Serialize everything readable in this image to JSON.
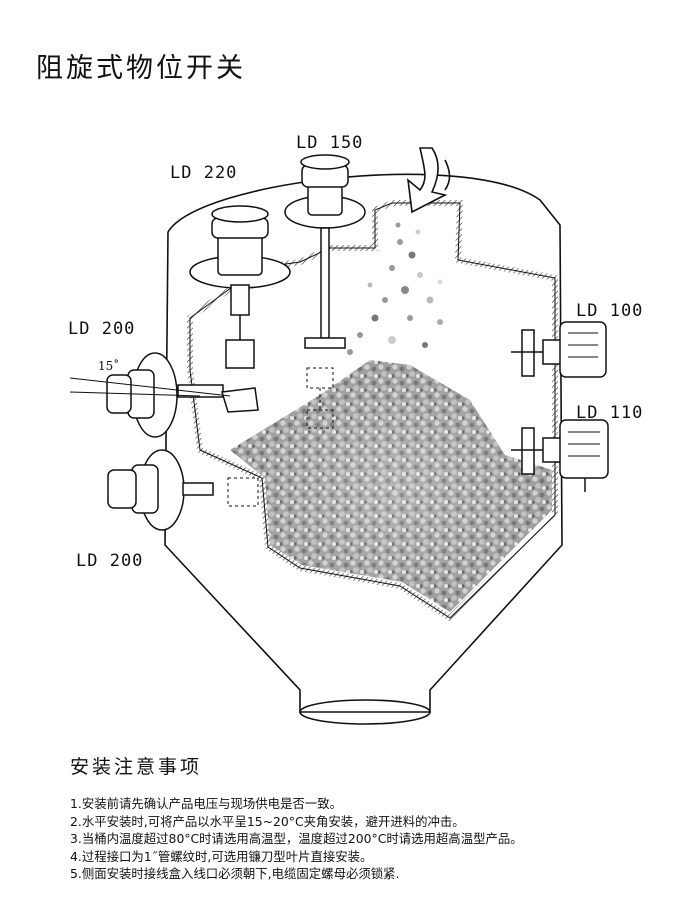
{
  "title": "阻旋式物位开关",
  "models": {
    "ld220": "LD 220",
    "ld150": "LD 150",
    "ld100": "LD 100",
    "ld110": "LD 110",
    "ld200_top": "LD 200",
    "ld200_bottom": "LD 200"
  },
  "angle_label": "15˚",
  "notes": {
    "title": "安装注意事项",
    "items": [
      "1.安装前请先确认产品电压与现场供电是否一致。",
      "2.水平安装时,可将产品以水平呈15~20°C夹角安装，避开进料的冲击。",
      "3.当桶内温度超过80°C时请选用高温型，温度超过200°C时请选用超高温型产品。",
      "4.过程接口为1˝管螺纹时,可选用镰刀型叶片直接安装。",
      "5.侧面安装时接线盒入线口必须朝下,电缆固定螺母必须锁紧."
    ]
  },
  "colors": {
    "line": "#111111",
    "material": "#8a8a8a",
    "wall_hatch": "#555555"
  }
}
